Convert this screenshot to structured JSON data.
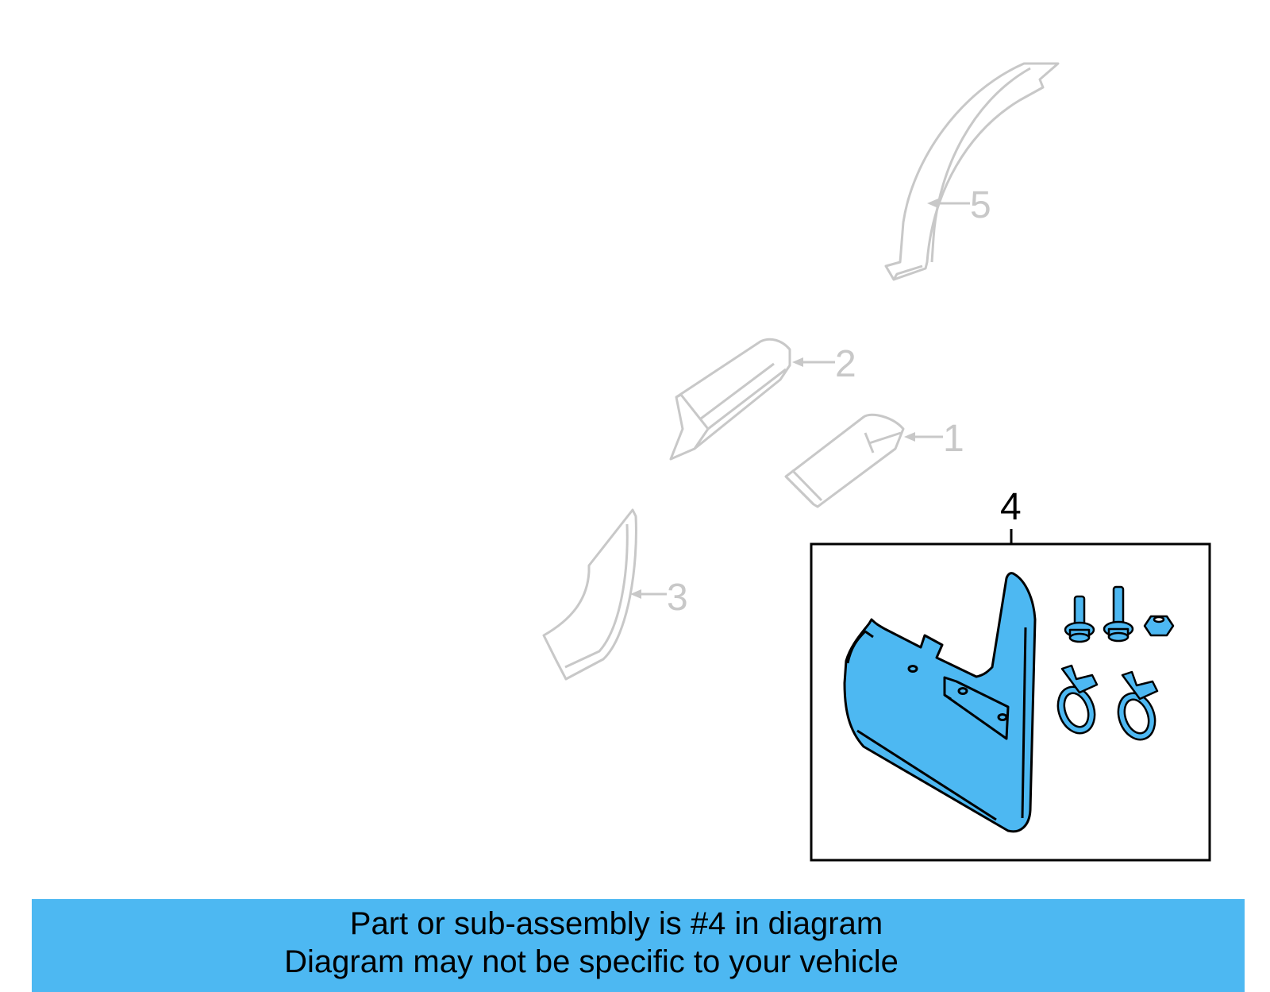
{
  "colors": {
    "faded_line": "#c8c8c8",
    "highlight_fill": "#4db8f2",
    "outline": "#000000",
    "banner_bg": "#4db8f2"
  },
  "callouts": {
    "c1": "1",
    "c2": "2",
    "c3": "3",
    "c4": "4",
    "c5": "5"
  },
  "banner": {
    "line1": "Part or sub-assembly is #4 in diagram",
    "line2": "Diagram may not be specific to your vehicle"
  }
}
